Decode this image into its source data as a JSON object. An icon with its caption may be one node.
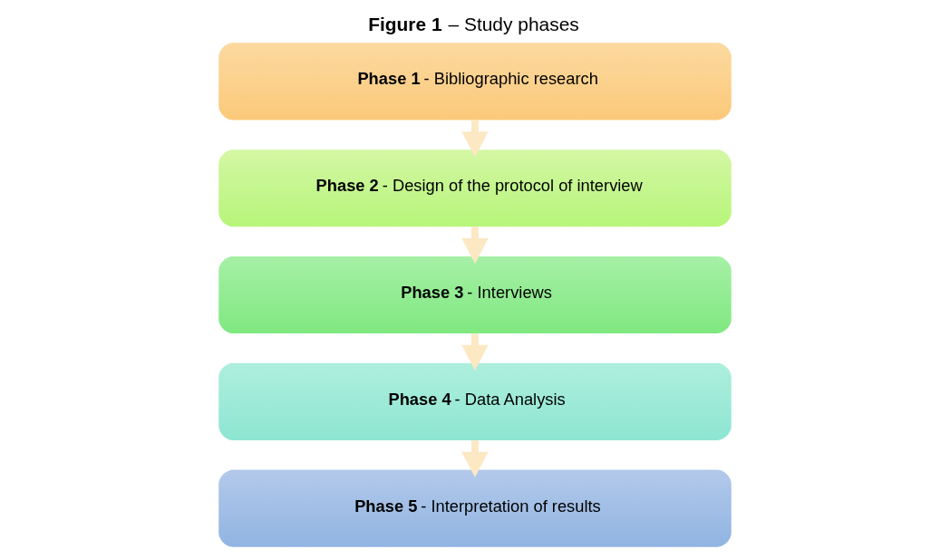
{
  "diagram": {
    "title": "**Figure 1** – Study phases",
    "nodes": [
      {
        "text": [
          "**Phase 1** - Bibliographic research"
        ]
      },
      {
        "text": [
          "**Phase 2** - Design of the protocol of interview"
        ]
      },
      {
        "text": [
          "**Phase 3** - Interviews"
        ]
      },
      {
        "text": [
          "**Phase 4** - Data Analysis"
        ]
      },
      {
        "text": [
          "**Phase 5** - Interpretation of results"
        ]
      }
    ],
    "edges": [
      {
        "from": 0,
        "to": 1,
        "arrow": "to"
      },
      {
        "from": 1,
        "to": 2,
        "arrow": "to"
      },
      {
        "from": 2,
        "to": 3,
        "arrow": "to"
      },
      {
        "from": 3,
        "to": 4,
        "arrow": "to"
      }
    ]
  }
}
